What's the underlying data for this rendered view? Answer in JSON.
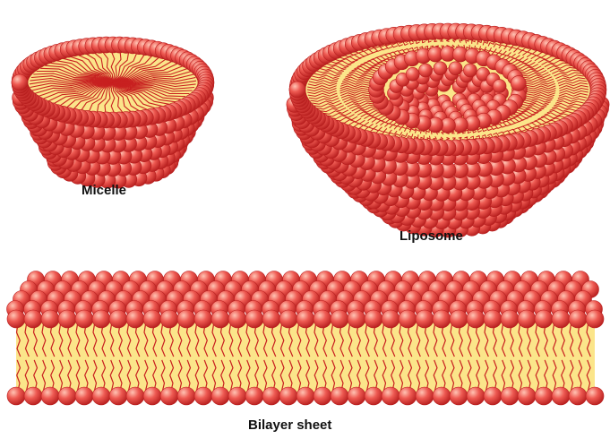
{
  "labels": {
    "micelle": "Micelle",
    "liposome": "Liposome",
    "bilayer": "Bilayer sheet"
  },
  "colors": {
    "head_fill": "#e84848",
    "head_dark": "#b81e1e",
    "head_light": "#ffb8a8",
    "tail_line": "#c82020",
    "core_fill": "#fbe58a",
    "background": "#ffffff"
  },
  "structures": [
    {
      "name": "micelle",
      "label_key": "labels.micelle"
    },
    {
      "name": "liposome",
      "label_key": "labels.liposome"
    },
    {
      "name": "bilayer-sheet",
      "label_key": "labels.bilayer"
    }
  ]
}
